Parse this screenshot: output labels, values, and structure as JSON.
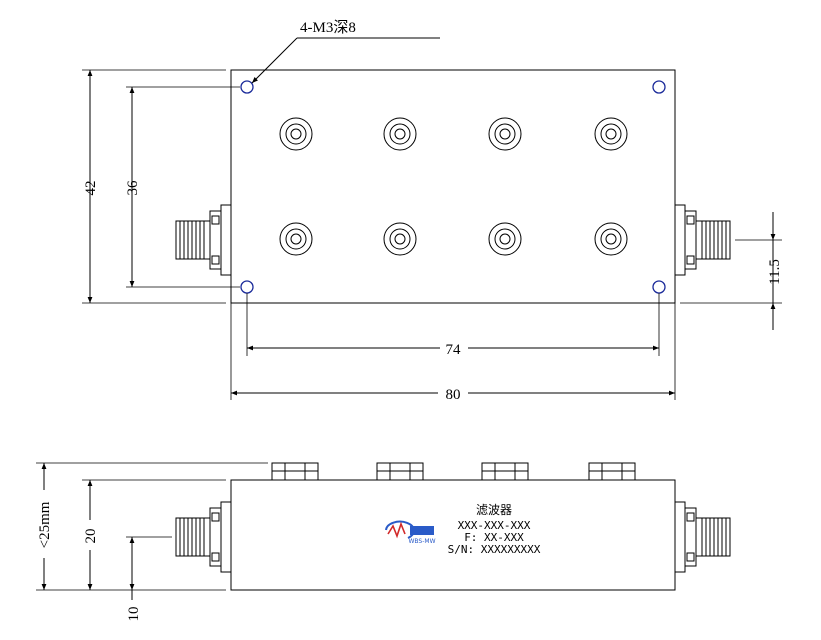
{
  "top_view": {
    "hole_callout": "4-M3深8",
    "dim_height_outer": "42",
    "dim_height_inner": "36",
    "dim_width_inner": "74",
    "dim_width_outer": "80",
    "dim_connector_offset": "11.5"
  },
  "side_view": {
    "dim_total_height": "<25mm",
    "dim_body_height": "20",
    "dim_connector_height": "10",
    "label": {
      "title": "滤波器",
      "part_no": "XXX-XXX-XXX",
      "frequency": "F: XX-XXX",
      "serial": "S/N: XXXXXXXXX",
      "logo_text": "WBS-MW"
    }
  },
  "colors": {
    "line": "#000000",
    "hole_blue": "#1a2a9a",
    "logo_red": "#d22a2a",
    "logo_blue": "#2a5bc8"
  }
}
